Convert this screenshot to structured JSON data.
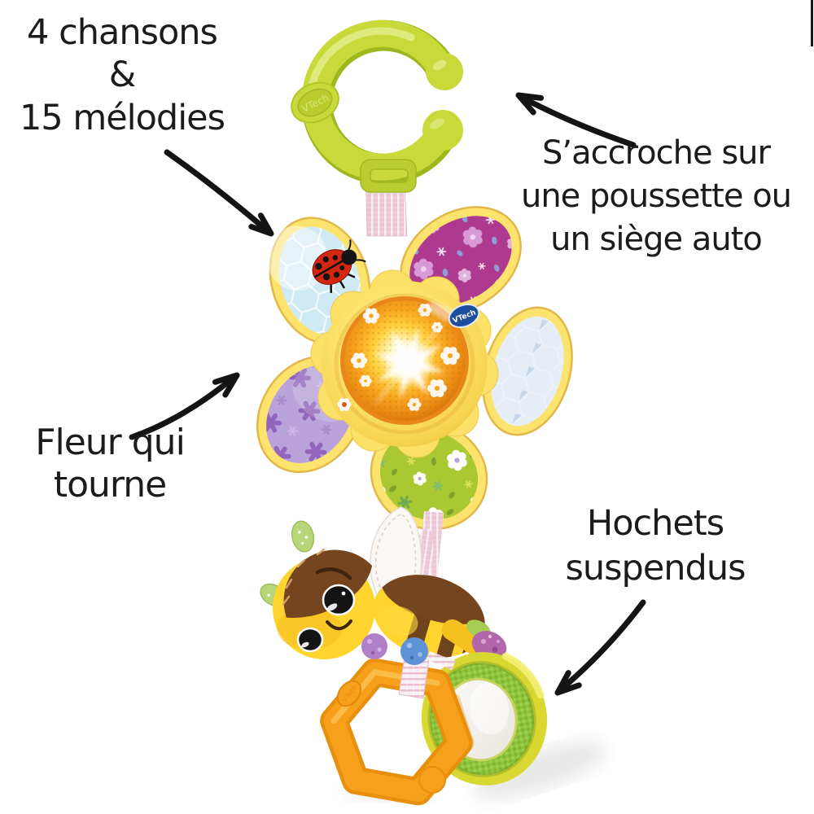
{
  "annotations": {
    "songs": {
      "line1": "4 chansons",
      "line2": "&",
      "line3": "15 mélodies"
    },
    "attach": {
      "line1": "S’accroche sur",
      "line2": "une poussette ou",
      "line3": "un siège auto"
    },
    "spin": {
      "line1": "Fleur qui",
      "line2": "tourne"
    },
    "rattles": {
      "line1": "Hochets",
      "line2": "suspendus"
    }
  },
  "product": {
    "brand": "VTech"
  },
  "colors": {
    "clip_green": "#c7da3a",
    "petal_rim_yellow": "#fce36e",
    "dome_amber": "#f7a41f",
    "petal_magenta": "#ad3a8e",
    "petal_blue": "#cfeaf4",
    "petal_pale_blue": "#c7d7eb",
    "petal_purple": "#b9a3da",
    "petal_green": "#aac832",
    "ribbon_pink": "#eac5d4",
    "bee_yellow": "#ffd42e",
    "bee_brown": "#74451e",
    "hex_ring_orange": "#f6a01c",
    "mirror_ring_green": "#8fc43c",
    "text": "#1b1b1b"
  }
}
